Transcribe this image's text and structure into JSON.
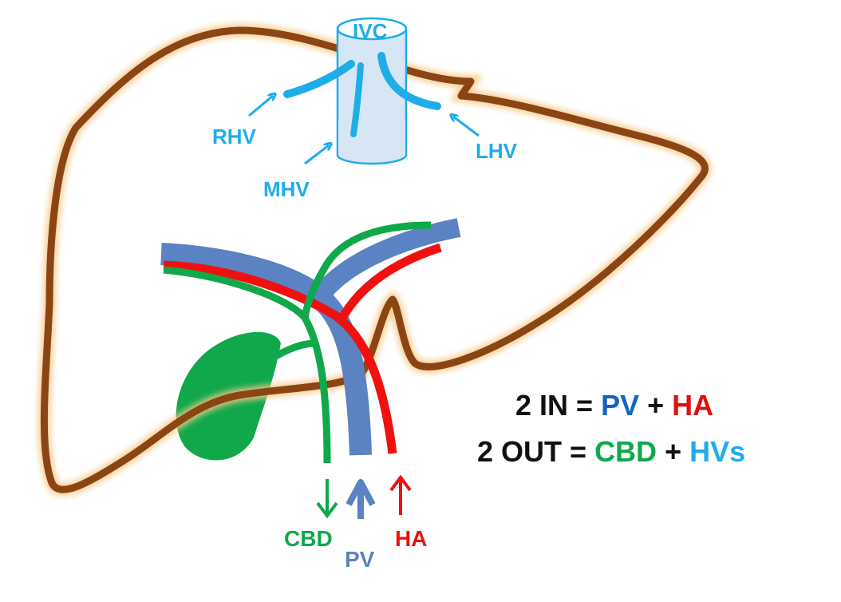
{
  "labels": {
    "ivc": "IVC",
    "rhv": "RHV",
    "mhv": "MHV",
    "lhv": "LHV",
    "cbd": "CBD",
    "pv": "PV",
    "ha": "HA"
  },
  "formula": {
    "line1": {
      "prefix": "2 IN = ",
      "term1": "PV",
      "plus": " + ",
      "term2": "HA"
    },
    "line2": {
      "prefix": "2 OUT = ",
      "term1": "CBD",
      "plus": " + ",
      "term2": "HVs"
    }
  },
  "colors": {
    "liver_outline": "#8B4513",
    "liver_glow": "#F5C98A",
    "hepatic_vein": "#1EADE8",
    "ivc_fill": "#D6E6F4",
    "portal_vein": "#5B82C2",
    "hepatic_artery": "#F01010",
    "bile_duct": "#10A84A",
    "gallbladder": "#10A84A",
    "text_dark": "#111111"
  }
}
